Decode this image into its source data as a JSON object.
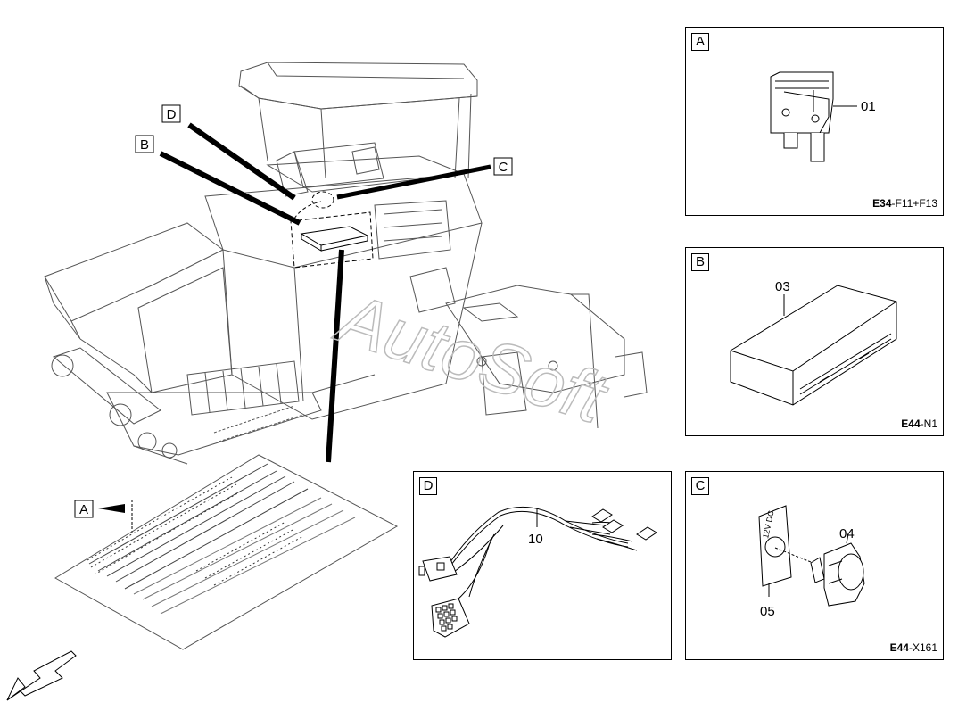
{
  "panels": {
    "A": {
      "tag": "A",
      "part": "01",
      "code_bold": "E34",
      "code_rest": "-F11+F13"
    },
    "B": {
      "tag": "B",
      "part": "03",
      "code_bold": "E44",
      "code_rest": "-N1"
    },
    "C": {
      "tag": "C",
      "part_plug": "04",
      "part_plate": "05",
      "plate_text": "12V DC",
      "code_bold": "E44",
      "code_rest": "-X161"
    },
    "D": {
      "tag": "D",
      "part": "10"
    }
  },
  "main_callouts": {
    "A": "A",
    "B": "B",
    "C": "C",
    "D": "D"
  },
  "watermark": "AutoSoft"
}
